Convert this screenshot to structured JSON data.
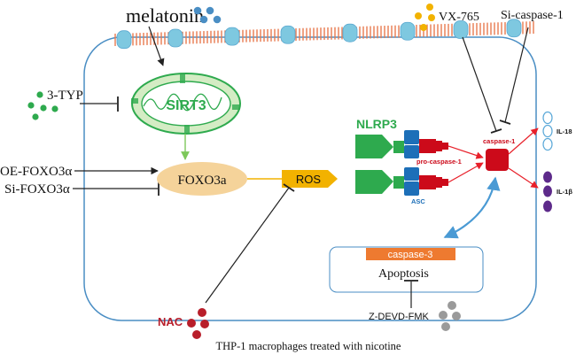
{
  "labels": {
    "melatonin": "melatonin",
    "vx765": "VX-765",
    "si_caspase1": "Si-caspase-1",
    "typ3": "3-TYP",
    "sirt3": "SIRT3",
    "oe_foxo3a": "OE-FOXO3α",
    "si_foxo3a": "Si-FOXO3α",
    "foxo3a": "FOXO3a",
    "ros": "ROS",
    "nlrp3": "NLRP3",
    "pro_caspase1": "pro-caspase-1",
    "asc": "ASC",
    "caspase1": "caspase-1",
    "il18": "IL-18",
    "il1b": "IL-1β",
    "caspase3": "caspase-3",
    "apoptosis": "Apoptosis",
    "z_devd": "Z-DEVD-FMK",
    "nac": "NAC",
    "caption": "THP-1 macrophages treated with nicotine"
  },
  "colors": {
    "cell_border": "#4a8ec4",
    "membrane_head": "#7ec8e0",
    "membrane_tail": "#e87a4f",
    "sirt3_green": "#2eaa4e",
    "mito_fill": "#d4ecc4",
    "foxo3a_fill": "#f5d39a",
    "ros_fill": "#f2b200",
    "nlrp3_green": "#2eaa4e",
    "asc_blue": "#1d6fb8",
    "caspase_red": "#cc0a1a",
    "caspase3_orange": "#ee7a30",
    "melatonin_dots": "#4a8ec4",
    "vx765_dots": "#f2b200",
    "typ_dots": "#2eaa4e",
    "nac_dots": "#b81e2a",
    "zdevd_dots": "#9a9a9a",
    "il18_stroke": "#5aa8d8",
    "il1b_fill": "#5d2a8a",
    "activation_arrow": "#e8202a"
  },
  "icons": {
    "melatonin": "dot-cluster-icon",
    "vx765": "dot-cluster-icon",
    "typ3": "dot-cluster-icon",
    "nac": "dot-cluster-icon",
    "zdevd": "dot-cluster-icon",
    "mitochondrion": "mitochondrion-icon",
    "caspase1": "caspase-block-icon",
    "il18": "cytokine-ring-icon",
    "il1b": "cytokine-dot-icon"
  }
}
